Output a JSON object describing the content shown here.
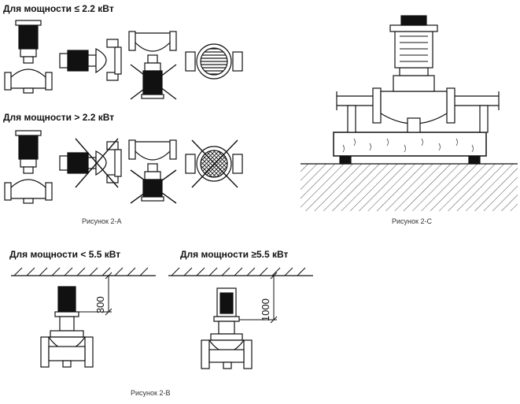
{
  "section_a": {
    "label_le": "Для мощности ≤ 2.2 кВт",
    "label_gt": "Для мощности > 2.2 кВт",
    "caption": "Рисунок 2-А"
  },
  "section_b": {
    "label_lt": "Для мощности < 5.5 кВт",
    "label_ge": "Для мощности ≥5.5 кВт",
    "dim_small": "300",
    "dim_large": "1000",
    "caption": "Рисунок 2-B"
  },
  "section_c": {
    "caption": "Рисунок 2-C"
  }
}
